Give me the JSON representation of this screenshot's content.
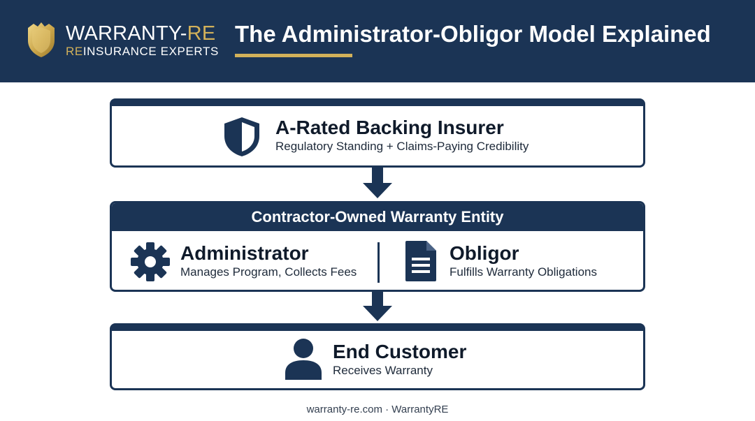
{
  "brand": {
    "name_main": "WARRANTY-",
    "name_accent": "RE",
    "tagline_accent": "RE",
    "tagline_rest": "INSURANCE EXPERTS"
  },
  "title": "The Administrator-Obligor Model Explained",
  "nodes": {
    "insurer": {
      "title": "A-Rated Backing Insurer",
      "subtitle": "Regulatory Standing + Claims-Paying Credibility",
      "icon": "shield-icon"
    },
    "entity": {
      "header": "Contractor-Owned Warranty Entity",
      "administrator": {
        "title": "Administrator",
        "subtitle": "Manages Program, Collects Fees",
        "icon": "gear-icon"
      },
      "obligor": {
        "title": "Obligor",
        "subtitle": "Fulfills Warranty Obligations",
        "icon": "document-icon"
      }
    },
    "customer": {
      "title": "End Customer",
      "subtitle": "Receives Warranty",
      "icon": "person-icon"
    }
  },
  "footer": "warranty-re.com · WarrantyRE",
  "colors": {
    "navy": "#1b3455",
    "gold": "#d2b15a"
  }
}
